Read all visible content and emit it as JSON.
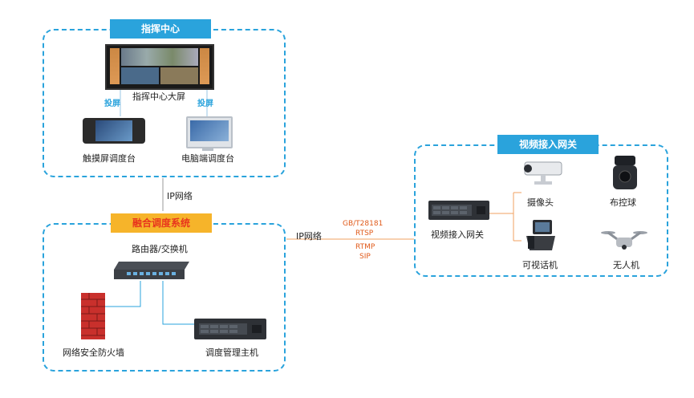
{
  "command_center": {
    "title": "指挥中心",
    "big_screen_label": "指挥中心大屏",
    "cast_left": "投屏",
    "cast_right": "投屏",
    "touch_console_label": "触摸屏调度台",
    "pc_console_label": "电脑端调度台"
  },
  "link_top": {
    "label": "IP网络"
  },
  "fusion_system": {
    "title": "融合调度系统",
    "router_label": "路由器/交换机",
    "firewall_label": "网络安全防火墙",
    "host_label": "调度管理主机"
  },
  "link_middle": {
    "label": "IP网络",
    "protocols": [
      "GB/T28181",
      "RTSP",
      "RTMP",
      "SIP"
    ]
  },
  "video_gateway": {
    "title": "视频接入网关",
    "gateway_label": "视频接入网关",
    "camera_label": "摄像头",
    "dome_label": "布控球",
    "videophone_label": "可视话机",
    "drone_label": "无人机"
  },
  "colors": {
    "dashed_border": "#2aa3dc",
    "title_blue": "#2aa3dc",
    "title_orange": "#f6b42a",
    "title_orange_text": "#e8361d",
    "protocol_text": "#e05a1a",
    "link_line": "#f0a060"
  }
}
